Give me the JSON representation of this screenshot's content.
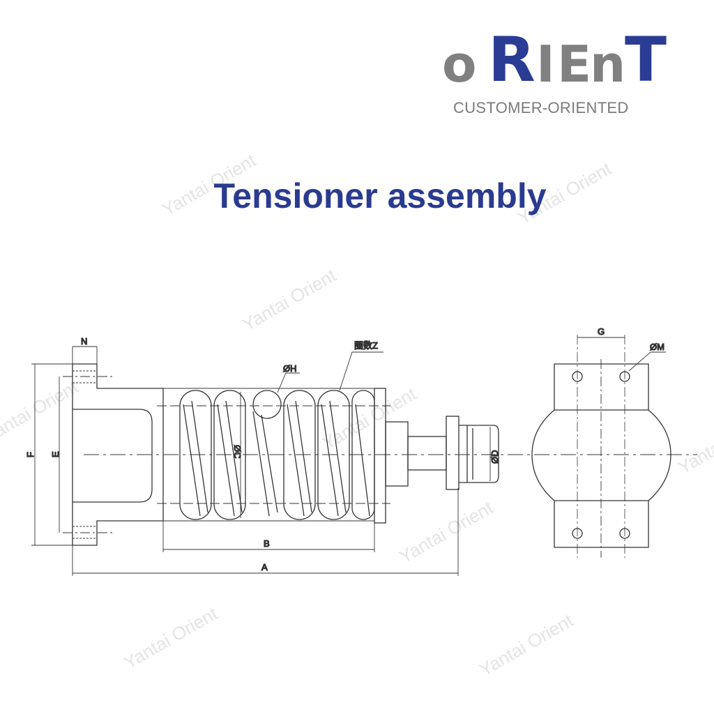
{
  "logo": {
    "letters": [
      "o",
      "R",
      "I",
      "E",
      "n",
      "T"
    ],
    "tagline": "CUSTOMER-ORIENTED",
    "colors": {
      "gray": "#808080",
      "blue": "#2b3c94"
    }
  },
  "title": "Tensioner assembly",
  "watermark": "Yantai Orient",
  "dimensions": {
    "A": "A",
    "B": "B",
    "C": "ØC",
    "D": "ØD",
    "E": "E",
    "F": "F",
    "G": "G",
    "H": "ØH",
    "M": "ØM",
    "N": "N",
    "Z": "圈数Z"
  }
}
